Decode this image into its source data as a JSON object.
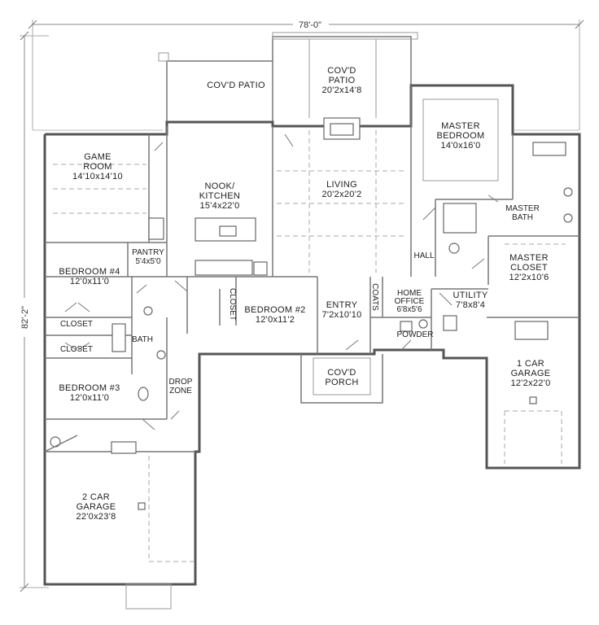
{
  "dimensions": {
    "overall_width": "78'-0\"",
    "overall_depth": "82'-2\""
  },
  "rooms": {
    "covd_patio_left": {
      "name": "COV'D PATIO",
      "size": ""
    },
    "covd_patio_center": {
      "name_line1": "COV'D",
      "name_line2": "PATIO",
      "size": "20'2x14'8"
    },
    "game_room": {
      "name_line1": "GAME",
      "name_line2": "ROOM",
      "size": "14'10x14'10"
    },
    "nook_kitchen": {
      "name_line1": "NOOK/",
      "name_line2": "KITCHEN",
      "size": "15'4x22'0"
    },
    "living": {
      "name": "LIVING",
      "size": "20'2x20'2"
    },
    "master_bedroom": {
      "name_line1": "MASTER",
      "name_line2": "BEDROOM",
      "size": "14'0x16'0"
    },
    "master_bath": {
      "name_line1": "MASTER",
      "name_line2": "BATH"
    },
    "master_closet": {
      "name_line1": "MASTER",
      "name_line2": "CLOSET",
      "size": "12'2x10'6"
    },
    "hall": {
      "name": "HALL"
    },
    "pantry": {
      "name": "PANTRY",
      "size": "5'4x5'0"
    },
    "bedroom4": {
      "name": "BEDROOM #4",
      "size": "12'0x11'0"
    },
    "bedroom2": {
      "name": "BEDROOM #2",
      "size": "12'0x11'2"
    },
    "bedroom3": {
      "name": "BEDROOM #3",
      "size": "12'0x11'0"
    },
    "closet_b4": {
      "name": "CLOSET"
    },
    "closet_b3": {
      "name": "CLOSET"
    },
    "closet_b2": {
      "name": "CLOSET"
    },
    "bath": {
      "name": "BATH"
    },
    "drop_zone": {
      "name_line1": "DROP",
      "name_line2": "ZONE"
    },
    "entry": {
      "name": "ENTRY",
      "size": "7'2x10'10"
    },
    "coats": {
      "name": "COATS"
    },
    "home_office": {
      "name_line1": "HOME",
      "name_line2": "OFFICE",
      "size": "6'8x5'6"
    },
    "powder": {
      "name": "POWDER"
    },
    "utility": {
      "name": "UTILITY",
      "size": "7'8x8'4"
    },
    "covd_porch": {
      "name_line1": "COV'D",
      "name_line2": "PORCH"
    },
    "garage_1car": {
      "name_line1": "1 CAR",
      "name_line2": "GARAGE",
      "size": "12'2x22'0"
    },
    "garage_2car": {
      "name_line1": "2 CAR",
      "name_line2": "GARAGE",
      "size": "22'0x23'8"
    }
  }
}
